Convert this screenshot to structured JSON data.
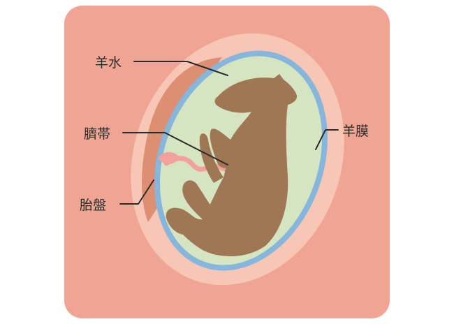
{
  "diagram": {
    "labels": {
      "amniotic_fluid": "羊水",
      "umbilical_cord": "臍帯",
      "placenta": "胎盤",
      "amnion": "羊膜"
    }
  },
  "colors": {
    "background_panel": "#f0a493",
    "outer_halo": "#f7c6b5",
    "placenta": "#dd8f73",
    "amnion_membrane": "#86b6dc",
    "amniotic_fluid": "#d5e5c1",
    "fetus": "#a07755",
    "umbilical_cord": "#f4a09b",
    "label_text": "#2b2b2b"
  }
}
